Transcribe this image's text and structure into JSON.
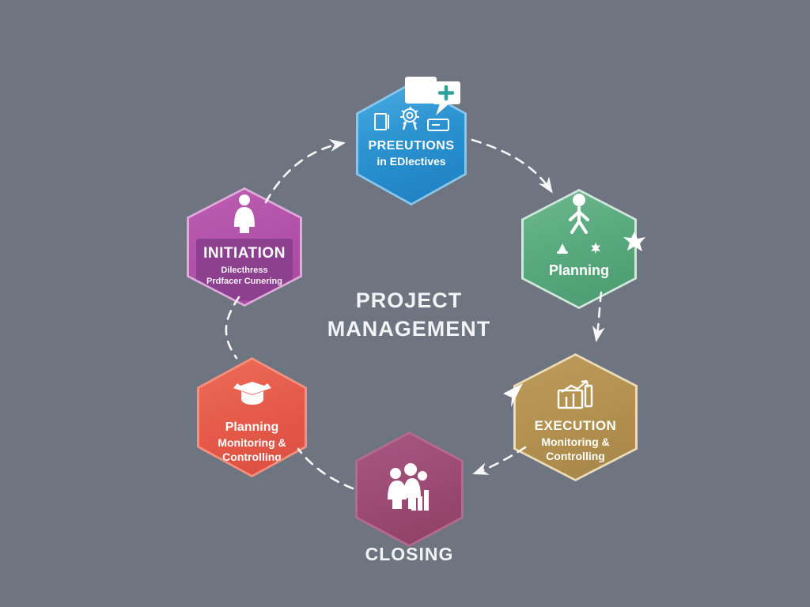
{
  "title": {
    "line1": "PROJECT",
    "line2": "MANAGEMENT"
  },
  "colors": {
    "background": "#6e7480",
    "blue": "#2b92d0",
    "green": "#57a97d",
    "gold": "#b3914f",
    "plum": "#9b4a73",
    "red": "#e55a49",
    "magenta": "#b151a9",
    "arrow": "#ffffff",
    "text": "#ffffff"
  },
  "hexagons": {
    "top": {
      "title": "PREEUTIONS",
      "subtitle": "in EDlectives",
      "icons": [
        "book-icon",
        "rosette-badge-icon",
        "card-icon",
        "speech-bubble-plus-icon"
      ],
      "color": "#2b92d0"
    },
    "upper_right": {
      "title": "Planning",
      "icons": [
        "stick-figure-icon",
        "cone-icon",
        "sparkle-icon",
        "star-splat-icon"
      ],
      "color": "#57a97d"
    },
    "lower_right": {
      "title": "EXECUTION",
      "subtitle1": "Monitoring &",
      "subtitle2": "Controlling",
      "icons": [
        "bar-chart-growth-icon"
      ],
      "color": "#b3914f"
    },
    "bottom": {
      "label": "CLOSING",
      "icons": [
        "team-chart-icon"
      ],
      "color": "#9b4a73"
    },
    "lower_left": {
      "title": "Planning",
      "subtitle1": "Monitoring &",
      "subtitle2": "Controlling",
      "icons": [
        "graduation-cap-icon"
      ],
      "color": "#e55a49"
    },
    "upper_left": {
      "title": "INITIATION",
      "subtitle1": "Dilecthress",
      "subtitle2": "Prdfacer Cunering",
      "icons": [
        "person-icon"
      ],
      "color": "#b151a9"
    }
  },
  "connections": [
    "initiation-to-objectives",
    "objectives-to-planning",
    "planning-to-execution",
    "execution-to-closing",
    "closing-to-monitoring",
    "initiation-to-monitoring"
  ]
}
